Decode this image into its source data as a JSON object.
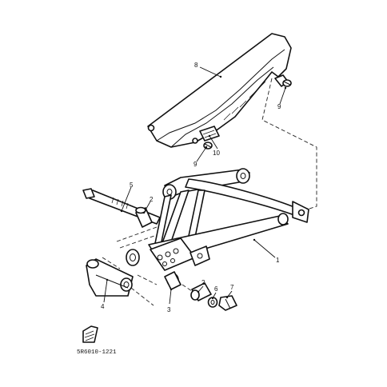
{
  "callouts": {
    "c1": "1",
    "c2a": "2",
    "c2b": "2",
    "c3": "3",
    "c4": "4",
    "c5": "5",
    "c6": "6",
    "c7": "7",
    "c8": "8",
    "c9a": "9",
    "c9b": "9",
    "c10": "10"
  },
  "diagram_code": "5R6010-1221",
  "colors": {
    "ink": "#111111",
    "paper": "#ffffff"
  }
}
